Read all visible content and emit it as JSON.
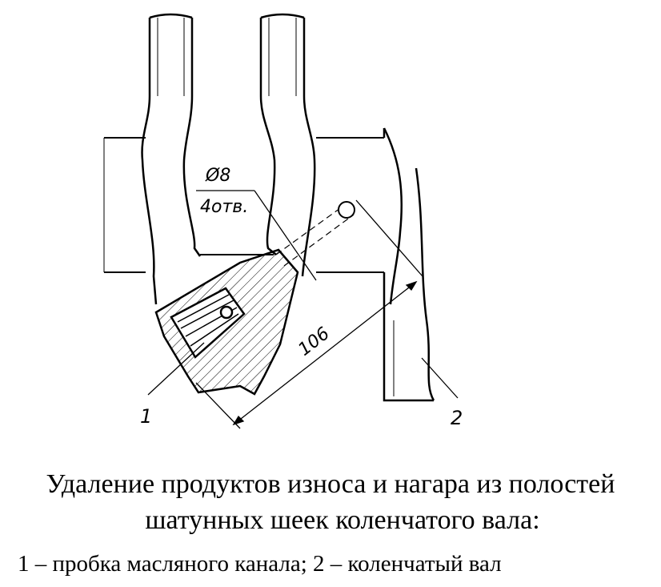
{
  "figure": {
    "labels": {
      "callout_1": "1",
      "callout_2": "2",
      "diameter": "Ø8",
      "holes": "4отв.",
      "dimension": "106"
    }
  },
  "caption": {
    "line1": "Удаление продуктов износа и нагара из полостей",
    "line2": "шатунных шеек коленчатого вала:",
    "legend": "1 – пробка масляного канала; 2 – коленчатый вал"
  }
}
